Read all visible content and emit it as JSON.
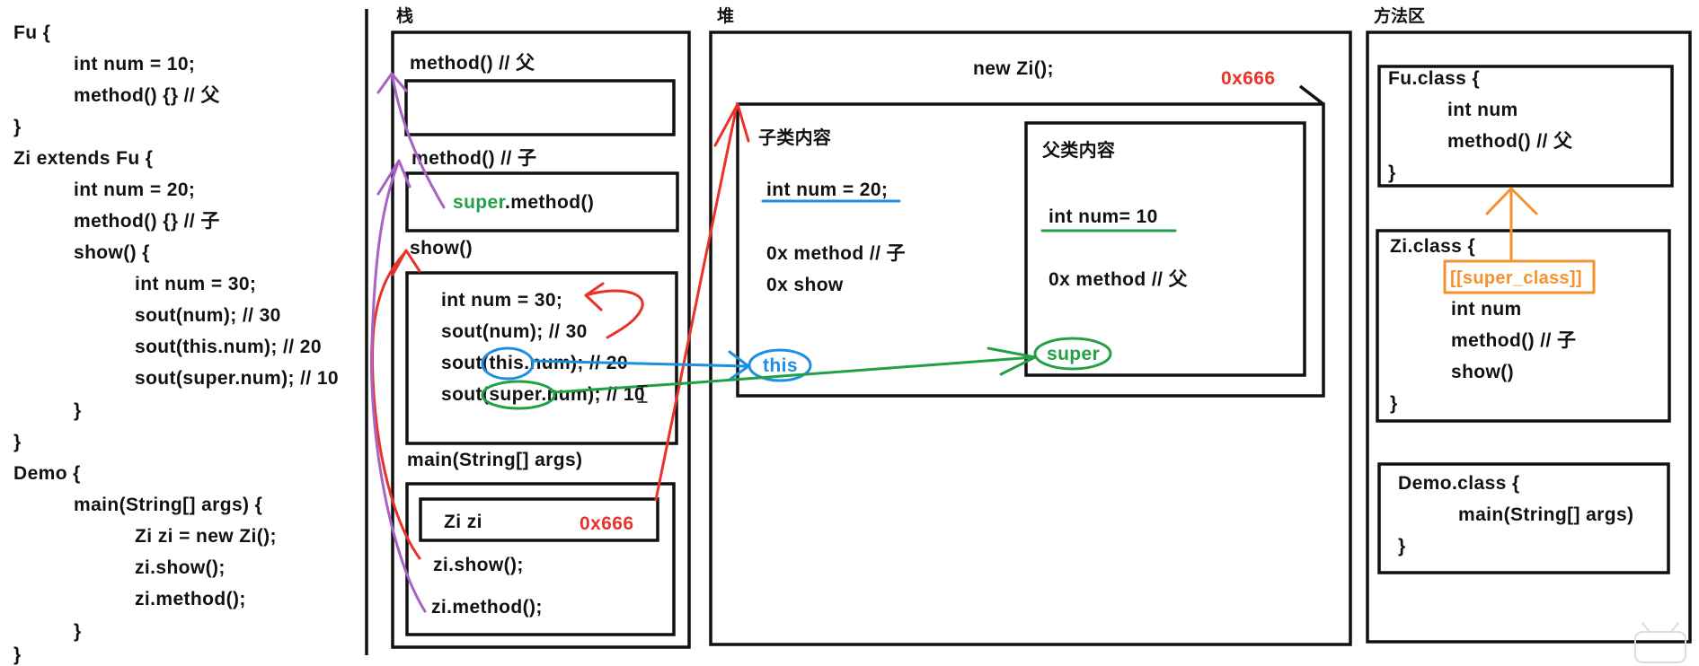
{
  "colors": {
    "ink": "#111111",
    "red": "#e8332a",
    "green": "#22a045",
    "blue": "#1e8ee0",
    "purple": "#a963c4",
    "orange": "#f5922f"
  },
  "code": {
    "lines": [
      "Fu {",
      "int num = 10;",
      "method() {} // 父",
      "}",
      "Zi extends Fu {",
      "int num = 20;",
      "method() {} // 子",
      "show() {",
      "int num = 30;",
      "sout(num); // 30",
      "sout(this.num); // 20",
      "sout(super.num); // 10",
      "}",
      "}",
      "Demo {",
      "main(String[] args) {",
      "Zi zi = new Zi();",
      "zi.show();",
      "zi.method();",
      "}",
      "}"
    ]
  },
  "stack": {
    "title": "栈",
    "frames": {
      "fu_method": {
        "label": "method() // 父"
      },
      "zi_method": {
        "label": "method() // 子",
        "body_keyword": "super",
        "body_rest": ".method()"
      },
      "show": {
        "label": "show()",
        "body": [
          "int num = 30;",
          "sout(num); // 30",
          "sout(this.num); // 20",
          "sout(super.num); // 10"
        ]
      },
      "main": {
        "label": "main(String[] args)",
        "var_decl": "Zi zi",
        "var_value": "0x666",
        "calls": [
          "zi.show();",
          "zi.method();"
        ]
      }
    }
  },
  "heap": {
    "title": "堆",
    "object": {
      "expr": "new Zi();",
      "address": "0x666",
      "child": {
        "title": "子类内容",
        "field": "int num = 20;",
        "members": [
          "0x method // 子",
          "0x show"
        ],
        "this_label": "this"
      },
      "parent": {
        "title": "父类内容",
        "field": "int num= 10",
        "members": [
          "0x method // 父"
        ],
        "super_label": "super"
      }
    }
  },
  "method_area": {
    "title": "方法区",
    "classes": [
      {
        "header": "Fu.class {",
        "members": [
          "int num",
          "method() // 父"
        ],
        "close": "}"
      },
      {
        "header": "Zi.class {",
        "super_ref": "[[super_class]]",
        "members": [
          "int num",
          "method() // 子",
          "show()"
        ],
        "close": "}"
      },
      {
        "header": "Demo.class {",
        "members": [
          "main(String[] args)"
        ],
        "close": "}"
      }
    ]
  }
}
